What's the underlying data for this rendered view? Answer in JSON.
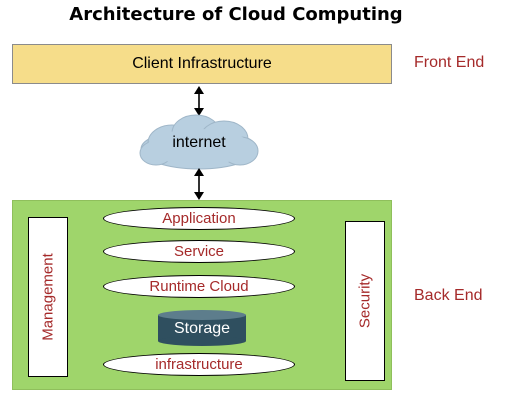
{
  "title": "Architecture of Cloud Computing",
  "front": {
    "client_label": "Client Infrastructure",
    "side_label": "Front End"
  },
  "network": {
    "label": "internet"
  },
  "back": {
    "side_label": "Back End",
    "management": "Management",
    "security": "Security",
    "layers": {
      "application": "Application",
      "service": "Service",
      "runtime": "Runtime Cloud",
      "storage": "Storage",
      "infrastructure": "infrastructure"
    }
  },
  "colors": {
    "client_fill": "#f6dd8a",
    "backend_fill": "#9fd56b",
    "label_text": "#a52a2a",
    "cloud_fill": "#b8cfe0",
    "storage_fill": "#2f4f5f"
  }
}
